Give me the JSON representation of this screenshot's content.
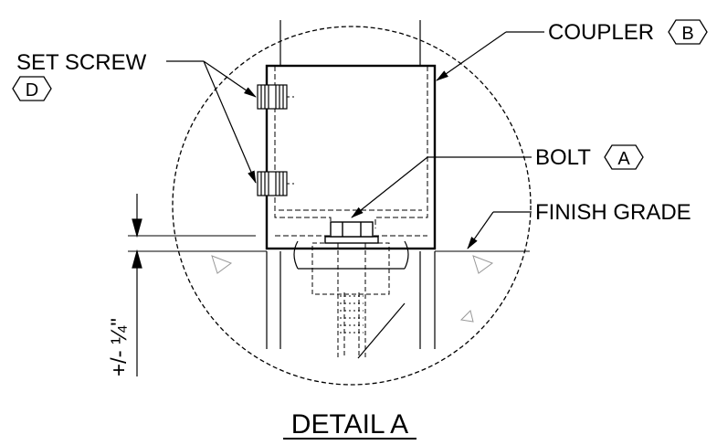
{
  "labels": {
    "set_screw": "SET SCREW",
    "set_screw_tag": "D",
    "coupler": "COUPLER",
    "coupler_tag": "B",
    "bolt": "BOLT",
    "bolt_tag": "A",
    "finish_grade": "FINISH GRADE",
    "tolerance": "+/- ¼\"",
    "detail_title": "DETAIL A"
  }
}
